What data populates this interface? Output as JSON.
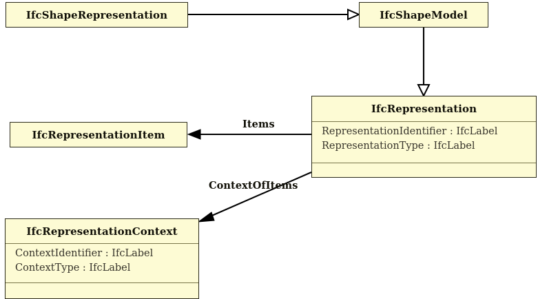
{
  "diagram": {
    "kind": "uml-class-diagram",
    "background_color": "#ffffff",
    "class_fill_color": "#fdfbd4",
    "class_border_color": "#2b2a19",
    "compartment_divider_color": "#79764a",
    "line_color": "#000000",
    "classes": [
      {
        "id": "ifc-shape-representation",
        "name": "IfcShapeRepresentation",
        "attributes": [],
        "has_empty_compartment": false
      },
      {
        "id": "ifc-shape-model",
        "name": "IfcShapeModel",
        "attributes": [],
        "has_empty_compartment": false
      },
      {
        "id": "ifc-representation",
        "name": "IfcRepresentation",
        "attributes": [
          "RepresentationIdentifier : IfcLabel",
          "RepresentationType : IfcLabel"
        ],
        "has_empty_compartment": true
      },
      {
        "id": "ifc-representation-item",
        "name": "IfcRepresentationItem",
        "attributes": [],
        "has_empty_compartment": false
      },
      {
        "id": "ifc-representation-context",
        "name": "IfcRepresentationContext",
        "attributes": [
          "ContextIdentifier : IfcLabel",
          "ContextType : IfcLabel"
        ],
        "has_empty_compartment": true
      }
    ],
    "edges": [
      {
        "id": "edge-generalization-shapemodel",
        "from": "IfcShapeRepresentation",
        "to": "IfcShapeModel",
        "label": "",
        "arrow": "hollow-triangle"
      },
      {
        "id": "edge-generalization-representation",
        "from": "IfcShapeModel",
        "to": "IfcRepresentation",
        "label": "",
        "arrow": "hollow-triangle"
      },
      {
        "id": "edge-items",
        "from": "IfcRepresentation",
        "to": "IfcRepresentationItem",
        "label": "Items",
        "arrow": "solid-arrow"
      },
      {
        "id": "edge-context-of-items",
        "from": "IfcRepresentation",
        "to": "IfcRepresentationContext",
        "label": "ContextOfItems",
        "arrow": "solid-arrow"
      }
    ]
  }
}
